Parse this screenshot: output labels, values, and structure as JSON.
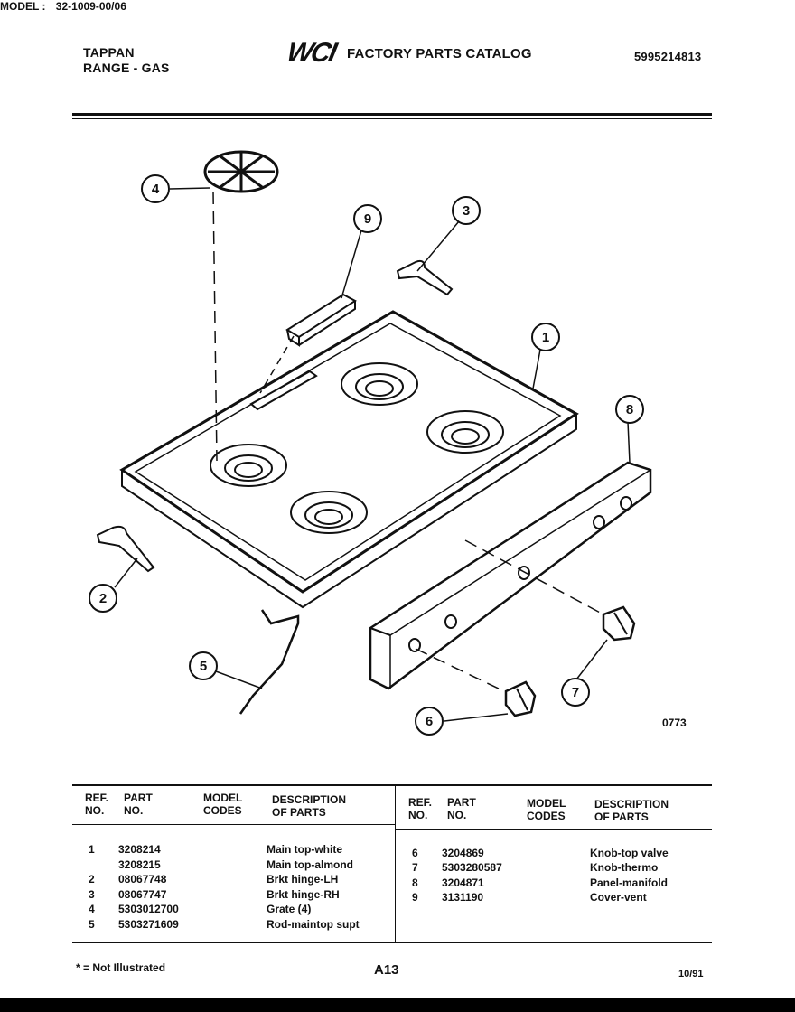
{
  "header": {
    "brand": "TAPPAN",
    "product": "RANGE - GAS",
    "logo": "WCI",
    "catalog_title": "FACTORY PARTS CATALOG",
    "catalog_number": "5995214813"
  },
  "model": {
    "label": "MODEL :",
    "value": "32-1009-00/06"
  },
  "diagram": {
    "figure_code": "0773",
    "callouts": [
      "1",
      "2",
      "3",
      "4",
      "5",
      "6",
      "7",
      "8",
      "9"
    ]
  },
  "parts_table": {
    "headers": {
      "ref": [
        "REF.",
        "NO."
      ],
      "part": [
        "PART",
        "NO."
      ],
      "codes": [
        "MODEL",
        "CODES"
      ],
      "desc": [
        "DESCRIPTION",
        "OF PARTS"
      ]
    },
    "left": [
      {
        "ref": "1",
        "part": "3208214",
        "desc": "Main top-white"
      },
      {
        "ref": "",
        "part": "3208215",
        "desc": "Main top-almond"
      },
      {
        "ref": "2",
        "part": "08067748",
        "desc": "Brkt hinge-LH"
      },
      {
        "ref": "3",
        "part": "08067747",
        "desc": "Brkt hinge-RH"
      },
      {
        "ref": "4",
        "part": "5303012700",
        "desc": "Grate (4)"
      },
      {
        "ref": "5",
        "part": "5303271609",
        "desc": "Rod-maintop supt"
      }
    ],
    "right": [
      {
        "ref": "6",
        "part": "3204869",
        "desc": "Knob-top valve"
      },
      {
        "ref": "7",
        "part": "5303280587",
        "desc": "Knob-thermo"
      },
      {
        "ref": "8",
        "part": "3204871",
        "desc": "Panel-manifold"
      },
      {
        "ref": "9",
        "part": "3131190",
        "desc": "Cover-vent"
      }
    ]
  },
  "footer": {
    "note": "* = Not Illustrated",
    "page": "A13",
    "date": "10/91"
  }
}
